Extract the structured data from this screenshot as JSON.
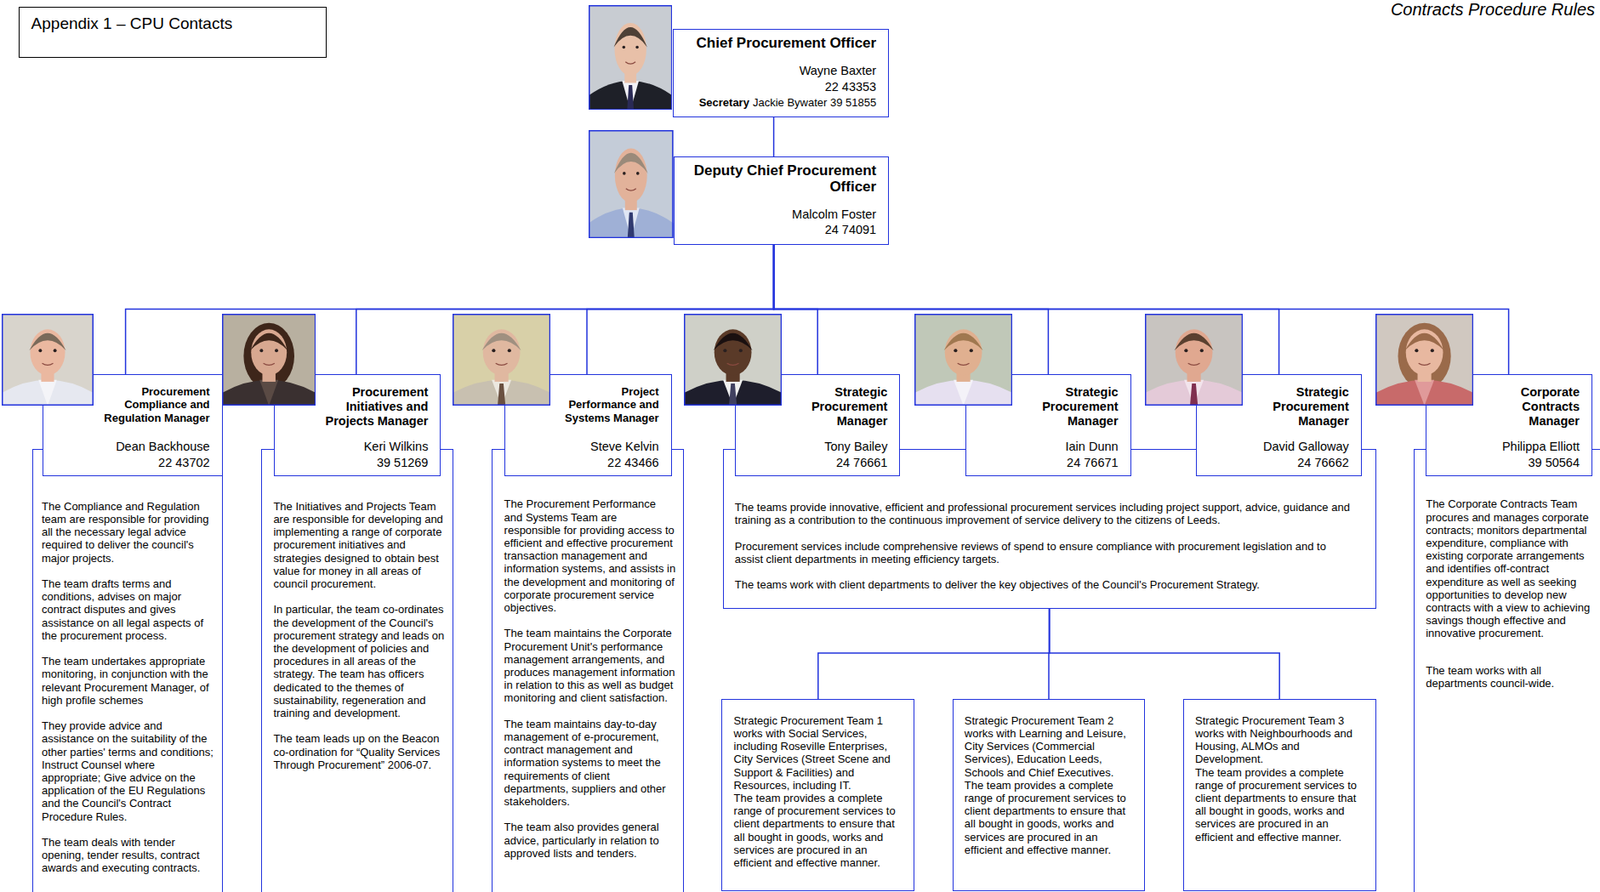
{
  "diagram": {
    "nodes": [
      {
        "text": [
          "Appendix 1 – CPU Contacts"
        ]
      },
      {
        "text": [
          "Chief Procurement Officer",
          "Wayne Baxter",
          "22 43353",
          "Secretary",
          "Jackie Bywater 39 51855"
        ]
      },
      {
        "text": [
          "Deputy Chief Procurement Officer",
          "Malcolm Foster",
          "24 74091"
        ]
      },
      {
        "text": [
          "Procurement Compliance and Regulation Manager",
          "Dean Backhouse",
          "22 43702"
        ]
      },
      {
        "text": [
          "Procurement Initiatives and Projects Manager",
          "Keri Wilkins",
          "39 51269"
        ]
      },
      {
        "text": [
          "Project Performance and Systems Manager",
          "Steve Kelvin",
          "22 43466"
        ]
      },
      {
        "text": [
          "Strategic Procurement Manager",
          "Tony Bailey",
          "24 76661"
        ]
      },
      {
        "text": [
          "Strategic Procurement Manager",
          "Iain Dunn",
          "24 76671"
        ]
      },
      {
        "text": [
          "Strategic Procurement Manager",
          "David Galloway",
          "24 76662"
        ]
      },
      {
        "text": [
          "Corporate Contracts Manager",
          "Philippa Elliott",
          "39 50564"
        ]
      },
      {
        "text": [
          "The Compliance and Regulation team are responsible for providing all the necessary legal advice required to deliver the council's major projects.",
          "The team drafts terms and conditions, advises on major contract disputes and gives assistance on all legal aspects of the procurement process.",
          "The team undertakes appropriate monitoring, in conjunction with the relevant Procurement Manager, of high profile schemes",
          "They provide advice and assistance on the suitability of the other parties' terms and conditions; Instruct Counsel where appropriate; Give advice on the application of the EU Regulations and the Council's Contract Procedure Rules.",
          "The team deals with tender opening, tender results, contract awards and executing contracts."
        ]
      },
      {
        "text": [
          "The Initiatives and Projects Team are responsible for developing and implementing a range of corporate procurement initiatives and strategies designed to obtain best value for money in all areas of council procurement.",
          "In particular, the team co-ordinates the development of the Council's procurement strategy and leads on the development of policies and procedures in all areas of the strategy. The team has officers dedicated to the themes of sustainability, regeneration and training and development.",
          "The team leads up on the Beacon co-ordination for “Quality Services Through Procurement” 2006-07."
        ]
      },
      {
        "text": [
          "The Procurement Performance and Systems Team are responsible for providing access to efficient and effective procurement transaction management and information systems, and assists in the development and monitoring of corporate procurement service objectives.",
          "The team maintains the Corporate Procurement Unit's performance management arrangements, and produces management information in relation to this as well as budget monitoring and client satisfaction.",
          "The team maintains day-to-day management of e-procurement, contract management and information systems to meet the requirements of client departments, suppliers and other stakeholders.",
          "The team also provides general advice, particularly in relation to approved lists and tenders."
        ]
      },
      {
        "text": [
          "The teams provide innovative, efficient and professional procurement services including project support, advice, guidance and training as a contribution to the continuous improvement of service delivery to the citizens of Leeds.",
          "Procurement services include comprehensive reviews of spend to ensure compliance with procurement legislation and to assist client departments in meeting efficiency targets.",
          "The teams work with client departments to deliver the key objectives of the Council's Procurement Strategy."
        ]
      },
      {
        "text": [
          "Strategic Procurement Team 1 works with Social Services, including Roseville Enterprises, City Services (Street Scene and Support & Facilities) and Resources, including IT.",
          "The team provides a complete range of procurement services to client departments to ensure that all bought in goods, works and services are procured in an efficient and effective manner."
        ]
      },
      {
        "text": [
          "Strategic Procurement Team 2 works with Learning and Leisure, City Services (Commercial Services), Education Leeds, Schools and Chief Executives.",
          "The team provides a complete range of procurement services to client departments to ensure that all bought in goods, works and services are procured in an efficient and effective manner."
        ]
      },
      {
        "text": [
          "Strategic Procurement Team 3 works with Neighbourhoods and Housing, ALMOs and Development.",
          "The team provides a complete range of procurement services to client departments to ensure that all bought in goods, works and services are procured in an efficient and effective manner."
        ]
      },
      {
        "text": [
          "The Corporate Contracts Team procures and manages corporate contracts; monitors departmental expenditure, compliance with existing corporate arrangements and identifies off-contract expenditure as well as seeking opportunities to develop new contracts with a view to achieving savings though effective and innovative procurement.",
          "The team works with all departments council-wide."
        ]
      }
    ],
    "edges": [
      {
        "from": 1,
        "to": 2,
        "arrow": "none"
      },
      {
        "from": 2,
        "to": 3,
        "arrow": "none"
      },
      {
        "from": 2,
        "to": 4,
        "arrow": "none"
      },
      {
        "from": 2,
        "to": 5,
        "arrow": "none"
      },
      {
        "from": 2,
        "to": 6,
        "arrow": "none"
      },
      {
        "from": 2,
        "to": 7,
        "arrow": "none"
      },
      {
        "from": 2,
        "to": 8,
        "arrow": "none"
      },
      {
        "from": 2,
        "to": 9,
        "arrow": "none"
      },
      {
        "from": 13,
        "to": 14,
        "arrow": "none"
      },
      {
        "from": 13,
        "to": 15,
        "arrow": "none"
      },
      {
        "from": 13,
        "to": 16,
        "arrow": "none"
      }
    ],
    "labels": [
      "Contracts Procedure Rules"
    ]
  }
}
